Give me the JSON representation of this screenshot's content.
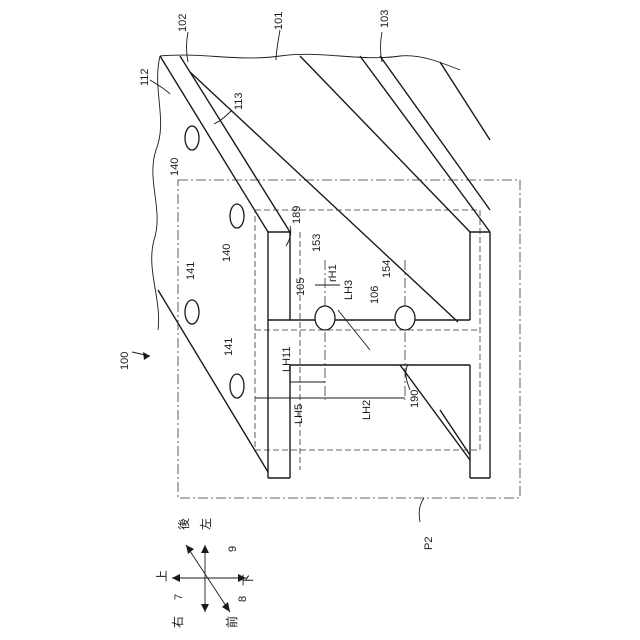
{
  "labels": {
    "r100": "100",
    "r101": "101",
    "r102": "102",
    "r103": "103",
    "r105": "105",
    "r106": "106",
    "r112": "112",
    "r113": "113",
    "r140a": "140",
    "r140b": "140",
    "r141a": "141",
    "r141b": "141",
    "r153": "153",
    "r154": "154",
    "r189": "189",
    "r190": "190",
    "p2": "P2",
    "lh11": "LH11",
    "lh5": "LH5",
    "lh2": "LH2",
    "lh3": "LH3",
    "rh1": "rH1"
  },
  "compass": {
    "back": "後",
    "left": "左",
    "up": "上",
    "down": "下",
    "right": "右",
    "front": "前",
    "n7": "7",
    "n8": "8",
    "n9": "9"
  }
}
